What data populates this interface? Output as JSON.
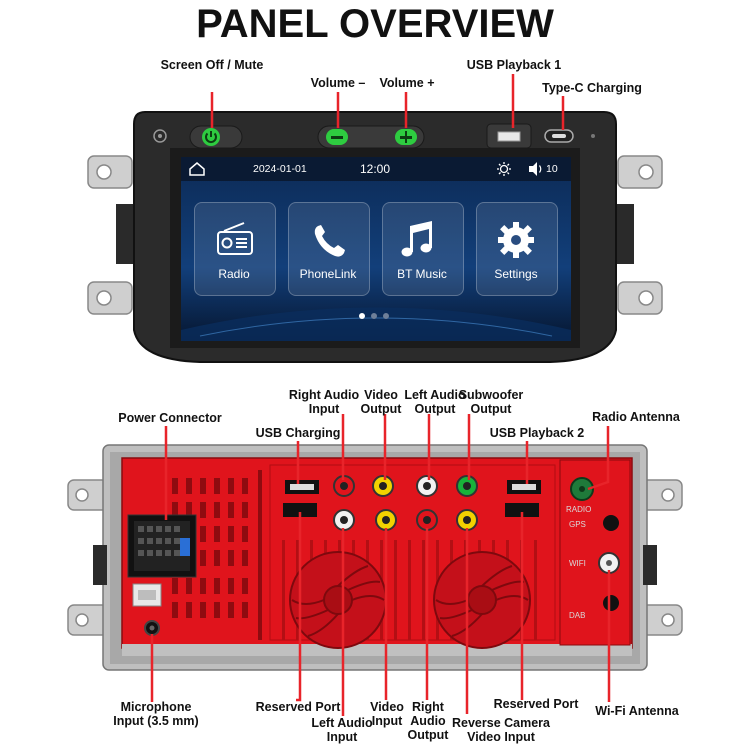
{
  "title": "PANEL OVERVIEW",
  "front": {
    "labels": {
      "screen_off_mute": "Screen Off / Mute",
      "volume_down": "Volume –",
      "volume_up": "Volume +",
      "usb_playback_1": "USB Playback 1",
      "type_c_charging": "Type-C Charging"
    },
    "status_bar": {
      "date": "2024-01-01",
      "time": "12:00",
      "volume": "10"
    },
    "apps": [
      {
        "label": "Radio",
        "icon": "radio-icon"
      },
      {
        "label": "PhoneLink",
        "icon": "phone-icon"
      },
      {
        "label": "BT Music",
        "icon": "music-note-icon"
      },
      {
        "label": "Settings",
        "icon": "gear-icon"
      }
    ]
  },
  "back": {
    "labels": {
      "power_connector": "Power Connector",
      "usb_charging": "USB Charging",
      "right_audio_input": "Right Audio Input",
      "video_output": "Video Output",
      "left_audio_output": "Left Audio Output",
      "subwoofer_output": "Subwoofer Output",
      "usb_playback_2": "USB Playback 2",
      "radio_antenna": "Radio Antenna",
      "microphone_input": "Microphone Input (3.5 mm)",
      "reserved_port_left": "Reserved Port",
      "left_audio_input": "Left Audio Input",
      "video_input": "Video Input",
      "right_audio_output": "Right Audio Output",
      "reverse_camera_video_input": "Reverse Camera Video Input",
      "reserved_port_right": "Reserved Port",
      "wifi_antenna": "Wi-Fi Antenna"
    },
    "side_ports": {
      "radio": "RADIO",
      "gps": "GPS",
      "wifi": "WIFI",
      "dab": "DAB"
    }
  },
  "colors": {
    "accent_red": "#e0141c",
    "callout_red": "#e8242a",
    "button_green": "#2ecc40"
  }
}
